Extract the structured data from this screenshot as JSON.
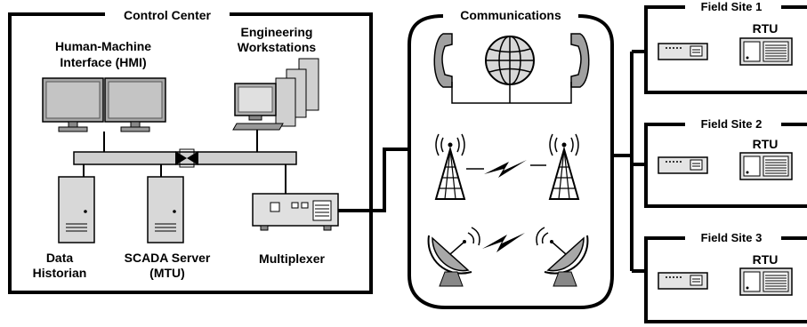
{
  "control_center": {
    "title": "Control Center",
    "hmi_label_line1": "Human-Machine",
    "hmi_label_line2": "Interface (HMI)",
    "eng_label_line1": "Engineering",
    "eng_label_line2": "Workstations",
    "historian_line1": "Data",
    "historian_line2": "Historian",
    "scada_line1": "SCADA Server",
    "scada_line2": "(MTU)",
    "multiplexer": "Multiplexer"
  },
  "communications": {
    "title": "Communications"
  },
  "field_sites": [
    {
      "title": "Field Site 1",
      "rtu_label": "RTU"
    },
    {
      "title": "Field Site 2",
      "rtu_label": "RTU"
    },
    {
      "title": "Field Site 3",
      "rtu_label": "RTU"
    }
  ],
  "colors": {
    "monitor_fill": "#b0b0b0",
    "screen_fill": "#8a8a8a",
    "bus_fill": "#c8c8c8",
    "stroke": "#000000"
  }
}
